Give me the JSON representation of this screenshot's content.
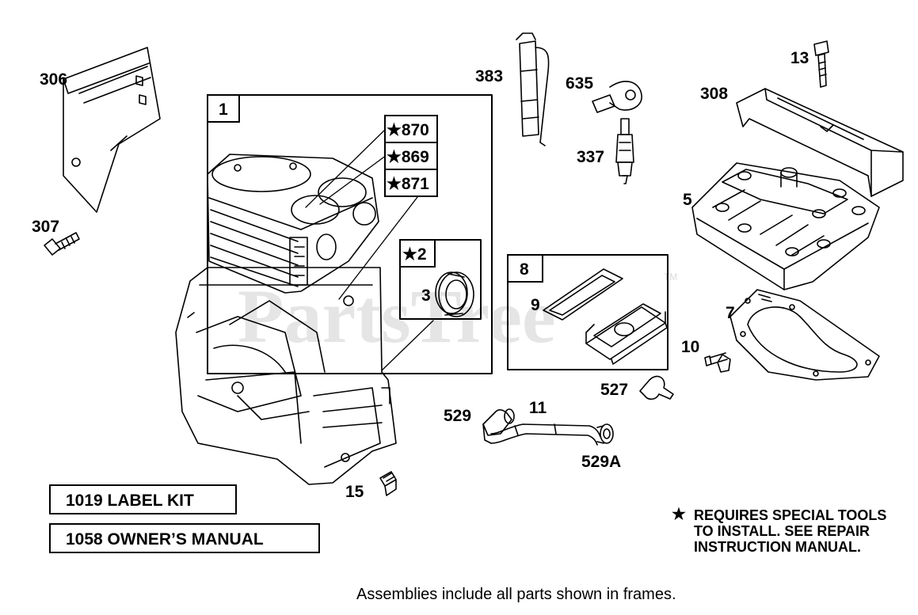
{
  "watermark": {
    "text": "PartsTree",
    "tm": "TM"
  },
  "callouts": {
    "p306": "306",
    "p307": "307",
    "p1": "1",
    "s870": "★870",
    "s869": "★869",
    "s871": "★871",
    "s2": "★2",
    "p3": "3",
    "p383": "383",
    "p635": "635",
    "p337": "337",
    "p13": "13",
    "p308": "308",
    "p5": "5",
    "p8": "8",
    "p9": "9",
    "p7": "7",
    "p10": "10",
    "p527": "527",
    "p529": "529",
    "p11": "11",
    "p529A": "529A",
    "p15": "15"
  },
  "boxes": {
    "label_kit": "1019 LABEL KIT",
    "owners_manual": "1058 OWNER’S MANUAL"
  },
  "note": {
    "star": "★",
    "lines": [
      "REQUIRES SPECIAL TOOLS",
      "TO INSTALL.  SEE REPAIR",
      "INSTRUCTION MANUAL."
    ]
  },
  "footer": "Assemblies include all parts shown in frames."
}
